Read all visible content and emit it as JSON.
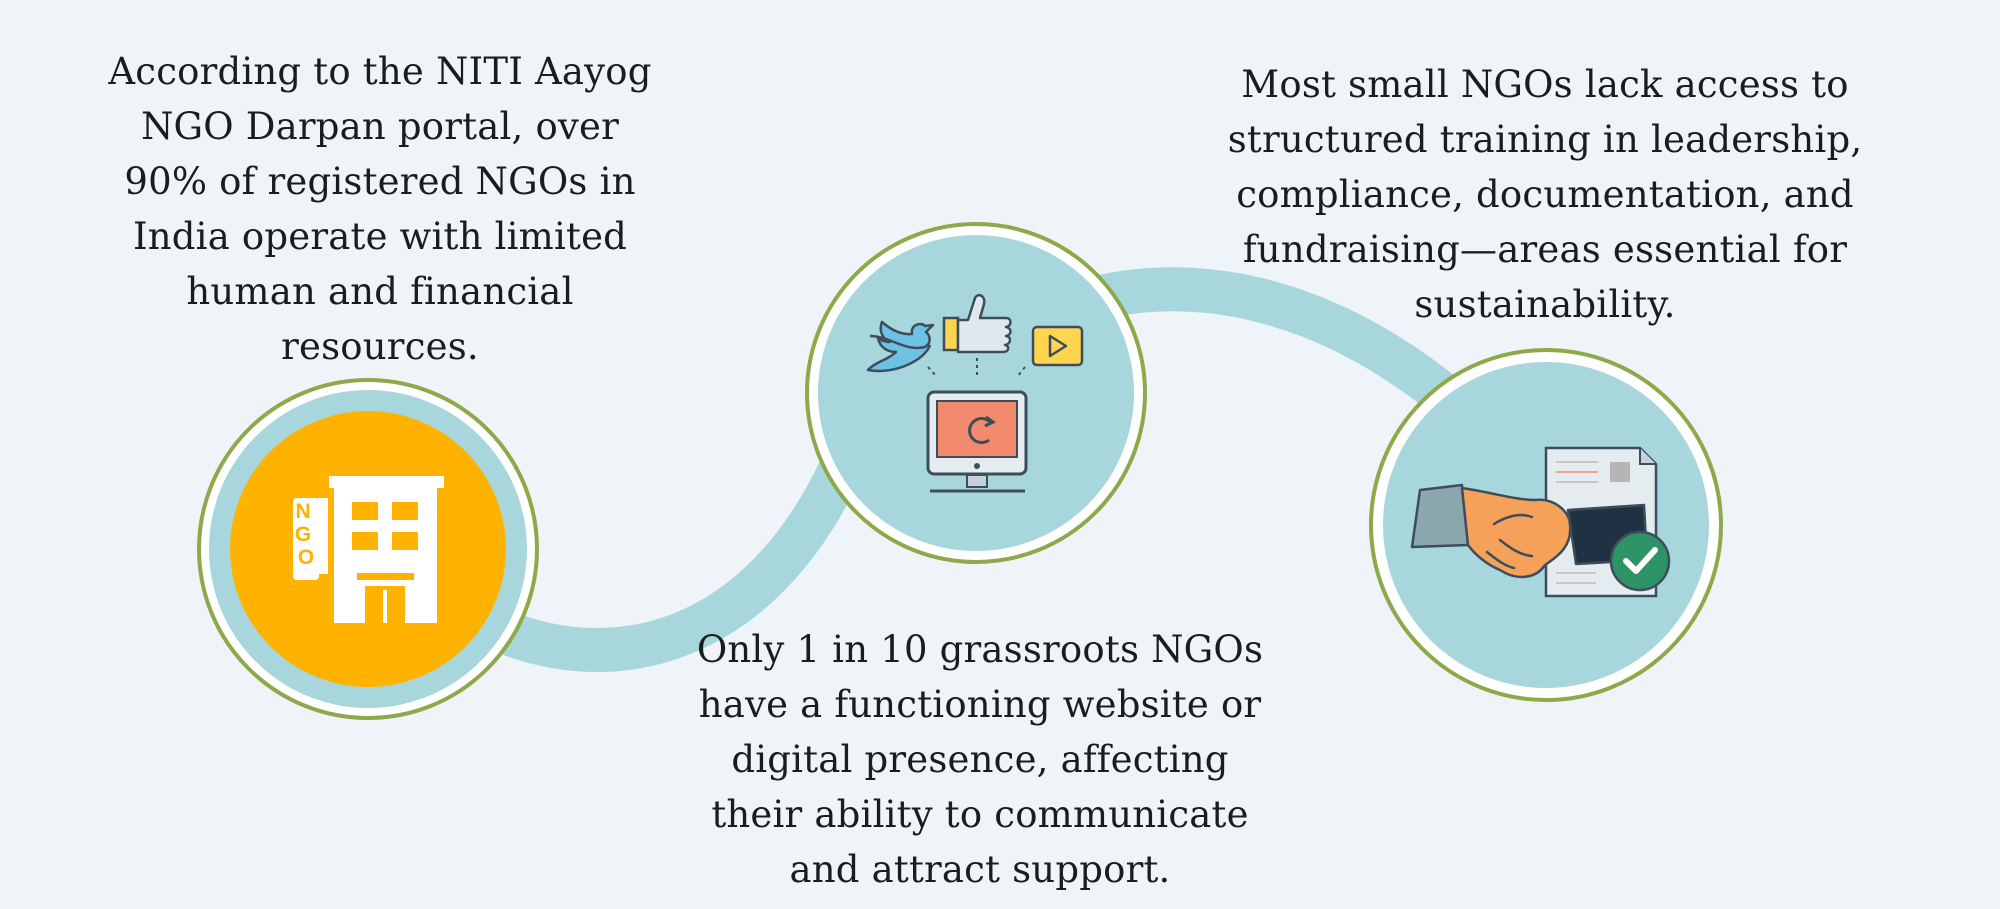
{
  "stats": {
    "left": {
      "lines": [
        "According to the NITI Aayog",
        "NGO Darpan portal, over",
        "90% of registered NGOs in",
        "India operate with limited",
        "human and financial",
        "resources."
      ]
    },
    "middle": {
      "lines": [
        "Only 1 in 10 grassroots NGOs",
        "have a functioning website or",
        "digital presence, affecting",
        "their ability to communicate",
        "and attract support."
      ]
    },
    "right": {
      "lines": [
        "Most small NGOs lack access to",
        "structured training in leadership,",
        "compliance, documentation, and",
        "fundraising—areas essential for",
        "sustainability."
      ]
    }
  },
  "icons": {
    "building_sign": "NGO",
    "circle_1": "ngo-building-icon",
    "circle_2": "social-media-computer-icon",
    "circle_3": "handshake-document-icon"
  },
  "colors": {
    "background": "#eff4f8",
    "road": "#a7d7dc",
    "circle_fill": "#a7d7dc",
    "circle_ring": "#8ea84a",
    "accent_orange": "#ffb300"
  }
}
